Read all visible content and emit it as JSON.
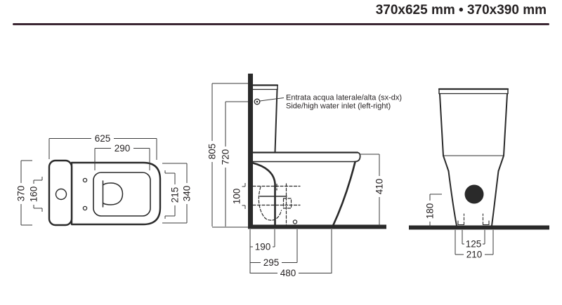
{
  "header": {
    "title": "370x625 mm • 370x390 mm"
  },
  "annotation": {
    "line1": "Entrata acqua laterale/alta (sx-dx)",
    "line2": "Side/high water inlet (left-right)"
  },
  "top_view": {
    "width_total": "625",
    "seat_opening_width": "290",
    "depth_total": "370",
    "cistern_depth": "160",
    "seat_opening_depth": "215",
    "seat_outer_depth": "340"
  },
  "side_view": {
    "height_total": "805",
    "inlet_height": "720",
    "outlet_offset": "100",
    "rim_height": "410",
    "outlet_from_wall": "190",
    "fixing_from_wall": "295",
    "base_depth": "480"
  },
  "rear_view": {
    "outlet_height": "180",
    "fixing_spacing": "125",
    "base_width": "210"
  },
  "colors": {
    "rule": "#3c2733",
    "ink": "#2a2a2a",
    "text": "#231f20"
  }
}
